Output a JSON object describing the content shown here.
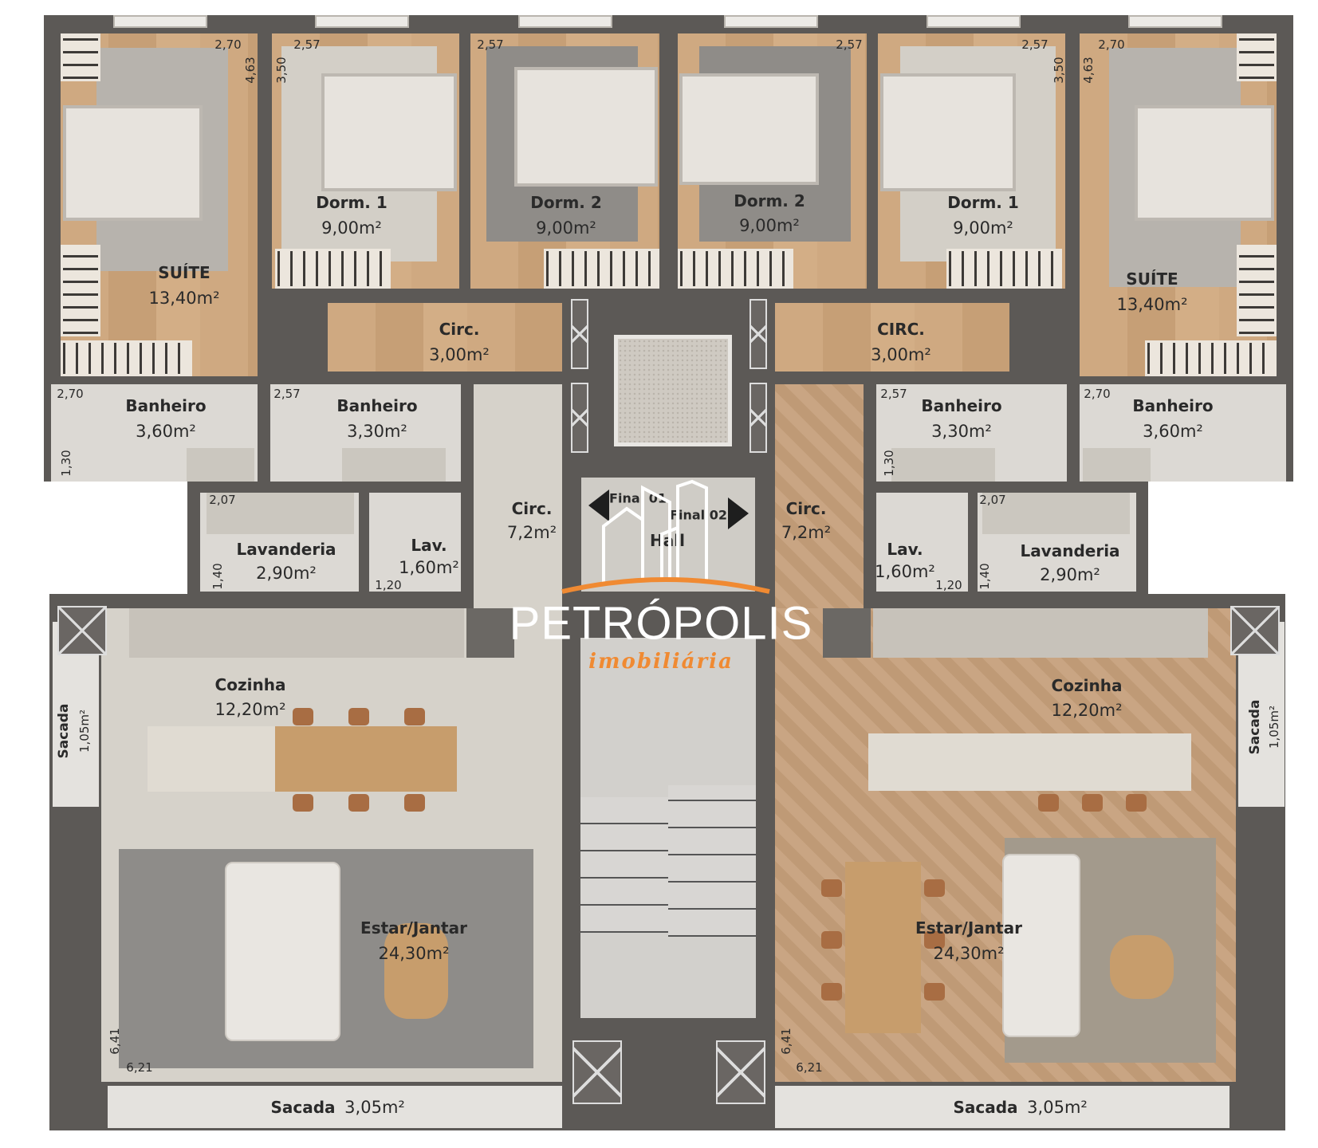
{
  "left_unit": {
    "suite": {
      "name": "SUÍTE",
      "area": "13,40m²",
      "dim_w": "2,70",
      "dim_h": "4,63"
    },
    "dorm1": {
      "name": "Dorm. 1",
      "area": "9,00m²",
      "dim_w": "2,57",
      "dim_h": "3,50"
    },
    "dorm2": {
      "name": "Dorm. 2",
      "area": "9,00m²",
      "dim_w": "2,57"
    },
    "circ_top": {
      "name": "Circ.",
      "area": "3,00m²"
    },
    "bath_suite": {
      "name": "Banheiro",
      "area": "3,60m²",
      "dim_w": "2,70",
      "dim_h": "1,30"
    },
    "bath": {
      "name": "Banheiro",
      "area": "3,30m²",
      "dim_w": "2,57"
    },
    "laundry": {
      "name": "Lavanderia",
      "area": "2,90m²",
      "dim_w": "2,07",
      "dim_h": "1,40"
    },
    "lav": {
      "name": "Lav.",
      "area": "1,60m²",
      "dim_w": "1,20"
    },
    "circ": {
      "name": "Circ.",
      "area": "7,2m²"
    },
    "kitchen": {
      "name": "Cozinha",
      "area": "12,20m²"
    },
    "living": {
      "name": "Estar/Jantar",
      "area": "24,30m²",
      "dim_h": "6,41",
      "dim_w": "6,21"
    },
    "balcony_side": {
      "name": "Sacada",
      "area": "1,05m²"
    },
    "balcony": {
      "name": "Sacada",
      "area": "3,05m²"
    }
  },
  "right_unit": {
    "suite": {
      "name": "SUÍTE",
      "area": "13,40m²",
      "dim_w": "2,70",
      "dim_h": "4,63"
    },
    "dorm1": {
      "name": "Dorm. 1",
      "area": "9,00m²",
      "dim_w": "2,57",
      "dim_h": "3,50"
    },
    "dorm2": {
      "name": "Dorm. 2",
      "area": "9,00m²",
      "dim_w": "2,57"
    },
    "circ_top": {
      "name": "CIRC.",
      "area": "3,00m²"
    },
    "bath_suite": {
      "name": "Banheiro",
      "area": "3,60m²",
      "dim_w": "2,70"
    },
    "bath": {
      "name": "Banheiro",
      "area": "3,30m²",
      "dim_w": "2,57",
      "dim_h": "1,30"
    },
    "laundry": {
      "name": "Lavanderia",
      "area": "2,90m²",
      "dim_w": "2,07",
      "dim_h": "1,40"
    },
    "lav": {
      "name": "Lav.",
      "area": "1,60m²",
      "dim_w": "1,20"
    },
    "circ": {
      "name": "Circ.",
      "area": "7,2m²"
    },
    "kitchen": {
      "name": "Cozinha",
      "area": "12,20m²"
    },
    "living": {
      "name": "Estar/Jantar",
      "area": "24,30m²",
      "dim_h": "6,41",
      "dim_w": "6,21"
    },
    "balcony_side": {
      "name": "Sacada",
      "area": "1,05m²"
    },
    "balcony": {
      "name": "Sacada",
      "area": "3,05m²"
    }
  },
  "core": {
    "hall": "Hall",
    "final_01": "Final 01",
    "final_02": "Final 02"
  },
  "logo": {
    "name": "PETRÓPOLIS",
    "subtitle": "imobiliária",
    "accent": "#f08a32"
  },
  "colors": {
    "wall": "#5c5956",
    "wood": "#c9a27a",
    "tile": "#dcd9d4"
  }
}
